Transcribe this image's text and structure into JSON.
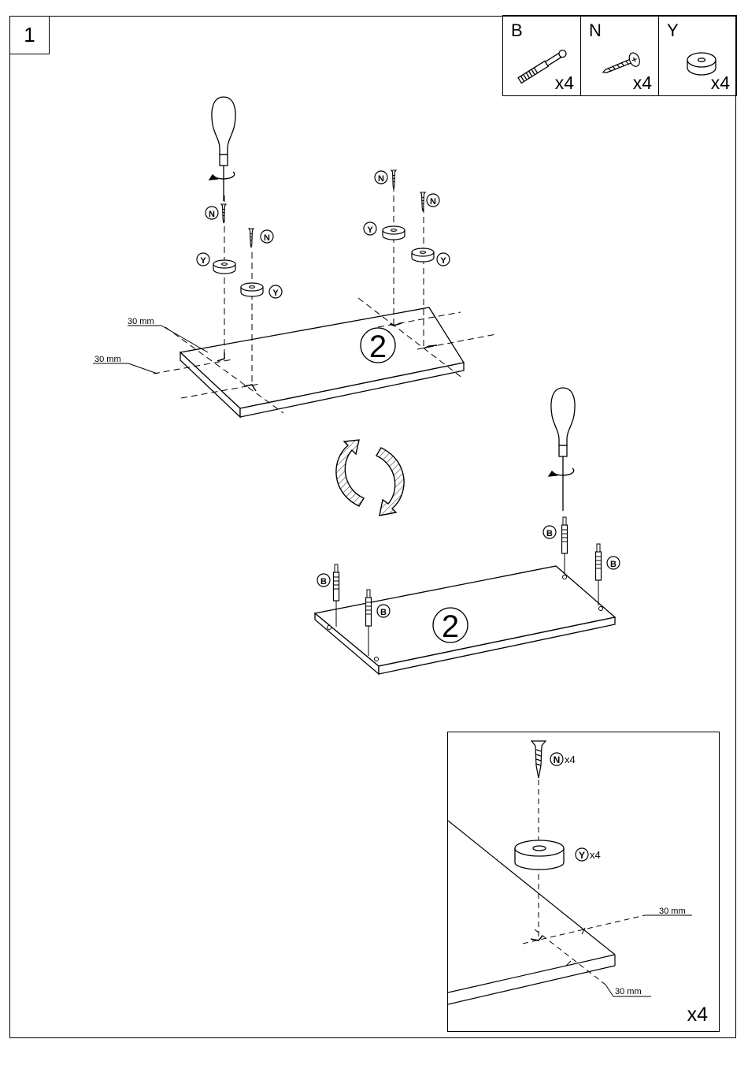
{
  "step": "1",
  "parts": [
    {
      "letter": "B",
      "qty": "x4",
      "icon": "dowel-icon"
    },
    {
      "letter": "N",
      "qty": "x4",
      "icon": "screw-icon"
    },
    {
      "letter": "Y",
      "qty": "x4",
      "icon": "glide-foot-icon"
    }
  ],
  "callouts": {
    "screw": "N",
    "foot": "Y",
    "dowel": "B"
  },
  "panel": "2",
  "dims": {
    "offset_a": "30 mm",
    "offset_b": "30 mm"
  },
  "detail": {
    "screw_label": "N",
    "screw_qty": "x4",
    "foot_label": "Y",
    "foot_qty": "x4",
    "dim_a": "30 mm",
    "dim_b": "30 mm",
    "multiplier": "x4"
  }
}
